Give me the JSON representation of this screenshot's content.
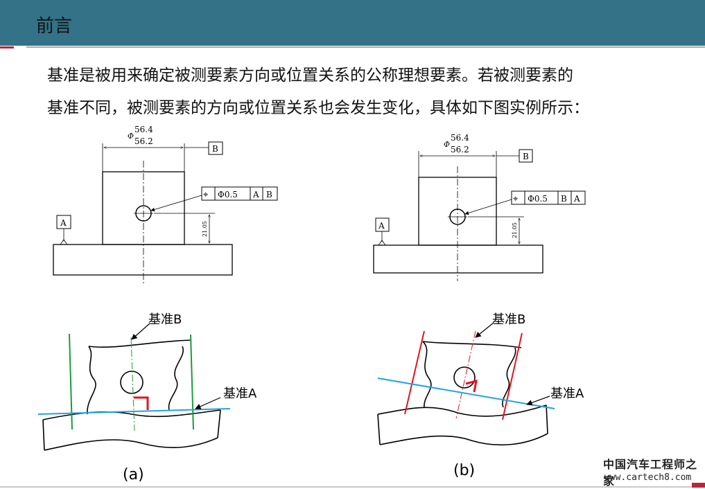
{
  "header": {
    "title": "前言"
  },
  "intro": {
    "line1": "基准是被用来确定被测要素方向或位置关系的公称理想要素。若被测要素的",
    "line2": "基准不同，被测要素的方向或位置关系也会发生变化，具体如下图实例所示："
  },
  "drawing_a": {
    "dim_upper": "56.4",
    "dim_lower": "56.2",
    "dia_symbol": "Φ",
    "datum_b": "B",
    "datum_a": "A",
    "fcf_symbol": "⌖",
    "fcf_tolerance": "Φ0.5",
    "fcf_ref1": "A",
    "fcf_ref2": "B",
    "height_dim": "21.05"
  },
  "drawing_b": {
    "dim_upper": "56.4",
    "dim_lower": "56.2",
    "dia_symbol": "Φ",
    "datum_b": "B",
    "datum_a": "A",
    "fcf_symbol": "⌖",
    "fcf_tolerance": "Φ0.5",
    "fcf_ref1": "B",
    "fcf_ref2": "A",
    "height_dim": "21.05"
  },
  "sketch_a": {
    "label_b": "基准B",
    "label_a": "基准A",
    "caption": "(a)"
  },
  "sketch_b": {
    "label_b": "基准B",
    "label_a": "基准A",
    "caption": "(b)"
  },
  "watermark": {
    "cn": "中国汽车工程师之家",
    "url": "www.cartech8.com"
  },
  "colors": {
    "header": "#337287",
    "accent": "#b8263b",
    "cyan_line": "#1fa3e0",
    "green_line": "#1c9a3c",
    "red_line": "#e0141e"
  }
}
